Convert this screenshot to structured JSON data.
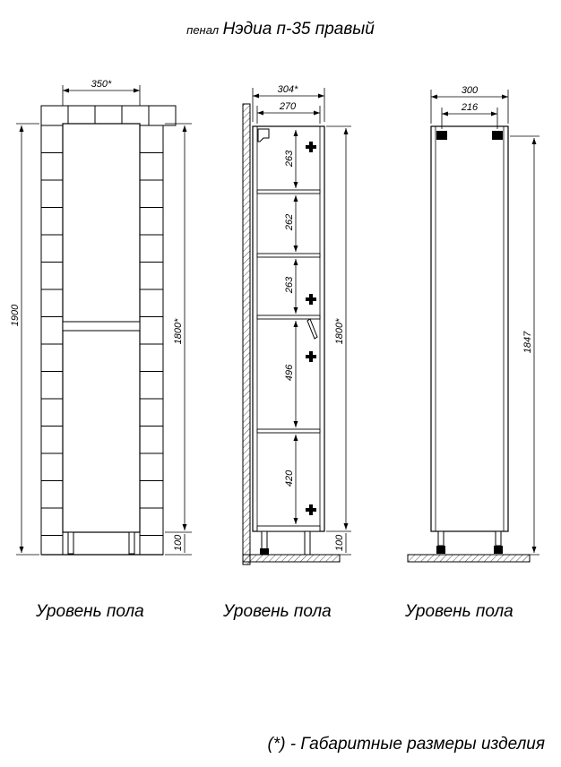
{
  "title": {
    "prefix": "пенал",
    "main": "Нэдиа п-35 правый"
  },
  "views": {
    "front": {
      "width_label": "350*",
      "total_height_label": "1900",
      "body_height_label": "1800*",
      "leg_height_label": "100",
      "floor_label": "Уровень пола"
    },
    "section": {
      "outer_width_label": "304*",
      "inner_width_label": "270",
      "shelf_gap_labels": [
        "263",
        "262",
        "263",
        "496",
        "420"
      ],
      "body_height_label": "1800*",
      "leg_height_label": "100",
      "floor_label": "Уровень пола"
    },
    "side": {
      "width_label": "300",
      "inner_width_label": "216",
      "height_label": "1847",
      "floor_label": "Уровень пола"
    }
  },
  "footnote": "(*) - Габаритные размеры изделия"
}
